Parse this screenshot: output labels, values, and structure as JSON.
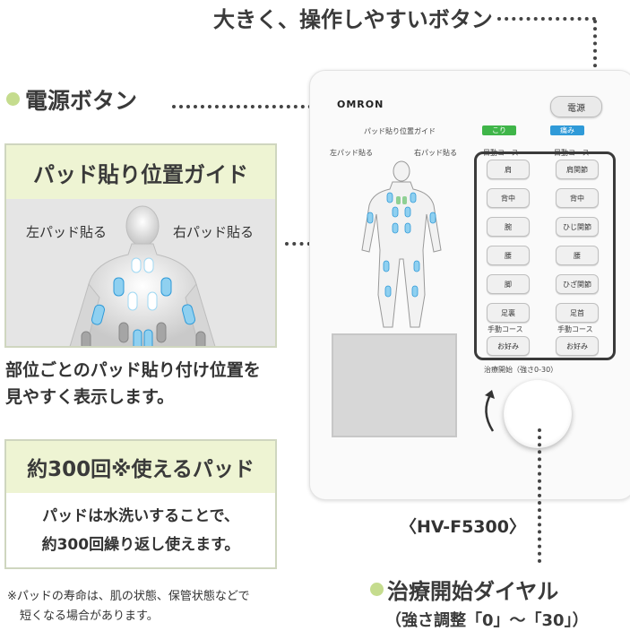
{
  "headline_buttons": "大きく、操作しやすいボタン",
  "power_callout": "電源ボタン",
  "pad_guide": {
    "title": "パッド貼り位置ガイド",
    "left_label": "左パッド貼る",
    "right_label": "右パッド貼る"
  },
  "description_lines": [
    "部位ごとのパッド貼り付け位置を",
    "見やすく表示します。"
  ],
  "pad_life": {
    "title": "約300回※使えるパッド",
    "body_lines": [
      "パッドは水洗いすることで、",
      "約300回繰り返し使えます。"
    ]
  },
  "note_lines": [
    "※パッドの寿命は、肌の状態、保管状態などで",
    "短くなる場合があります。"
  ],
  "device": {
    "brand": "OMRON",
    "power_label": "電源",
    "guide_title": "パッド貼り位置ガイド",
    "left_label": "左パッド貼る",
    "right_label": "右パッド貼る",
    "tag_left": "こり",
    "tag_right": "痛み",
    "course_left": "目動コース",
    "course_right": "目動コース",
    "left_buttons": [
      "肩",
      "背中",
      "腕",
      "腰",
      "脚",
      "足裏"
    ],
    "right_buttons": [
      "肩関節",
      "背中",
      "ひじ関節",
      "腰",
      "ひざ関節",
      "足首"
    ],
    "manual_left": "手動コース",
    "manual_right": "手動コース",
    "fav_left": "お好み",
    "fav_right": "お好み",
    "dial_caption": "治療開始（強さ0-30）",
    "colors": {
      "kori": "#3fb549",
      "itami": "#2f9ad8"
    }
  },
  "model": "〈HV-F5300〉",
  "dial_callout": {
    "title": "治療開始ダイヤル",
    "sub": "（強さ調整「0」〜「30」）"
  },
  "colors": {
    "accent_green": "#c5dc8e",
    "header_bg": "#eef4d3",
    "pad_blue": "#5ab7e6"
  }
}
